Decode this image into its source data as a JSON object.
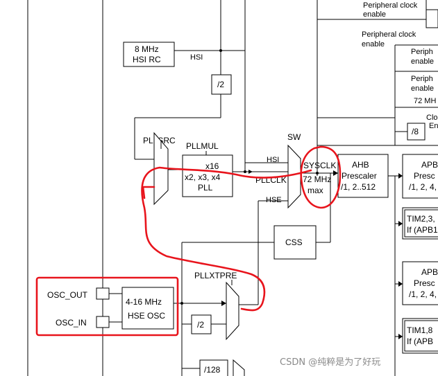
{
  "blocks": {
    "hsi_rc": [
      "8 MHz",
      "HSI RC"
    ],
    "hsi_label": "HSI",
    "div2_hsi": "/2",
    "pllsrc": "PLLSRC",
    "pllmul_title": "PLLMUL",
    "pll": [
      "x16",
      "x2, x3, x4",
      "PLL"
    ],
    "sw": "SW",
    "hsi_in": "HSI",
    "pllclk": "PLLCLK",
    "hse_in": "HSE",
    "sysclk": [
      "SYSCLK",
      "72 MHz",
      "max"
    ],
    "ahb": [
      "AHB",
      "Prescaler",
      "/1, 2..512"
    ],
    "css": "CSS",
    "pllxtpre": "PLLXTPRE",
    "osc_out": "OSC_OUT",
    "osc_in": "OSC_IN",
    "hse_osc": [
      "4-16 MHz",
      "HSE OSC"
    ],
    "div2_hse": "/2",
    "div128": "/128",
    "div8": "/8"
  },
  "right_column": {
    "periph1": [
      "Peripheral clock",
      "enable"
    ],
    "periph2": [
      "Peripheral clock",
      "enable"
    ],
    "periph3": [
      "Periph",
      "enable"
    ],
    "periph4": [
      "Periph",
      "enable"
    ],
    "mhz72": "72 MH",
    "clo": [
      "Clo",
      "En"
    ],
    "apb1": [
      "APB",
      "Presc",
      "/1, 2, 4,"
    ],
    "tim2": [
      "TIM2,3,",
      "If (APB1"
    ],
    "apb2": [
      "APB",
      "Presc",
      "/1, 2, 4,"
    ],
    "tim1": [
      "TIM1,8",
      "If (APB"
    ]
  },
  "watermark": "CSDN @纯粹是为了好玩",
  "colors": {
    "annotation": "#e8141c",
    "line": "#000000",
    "watermark": "#8a8a8a"
  }
}
